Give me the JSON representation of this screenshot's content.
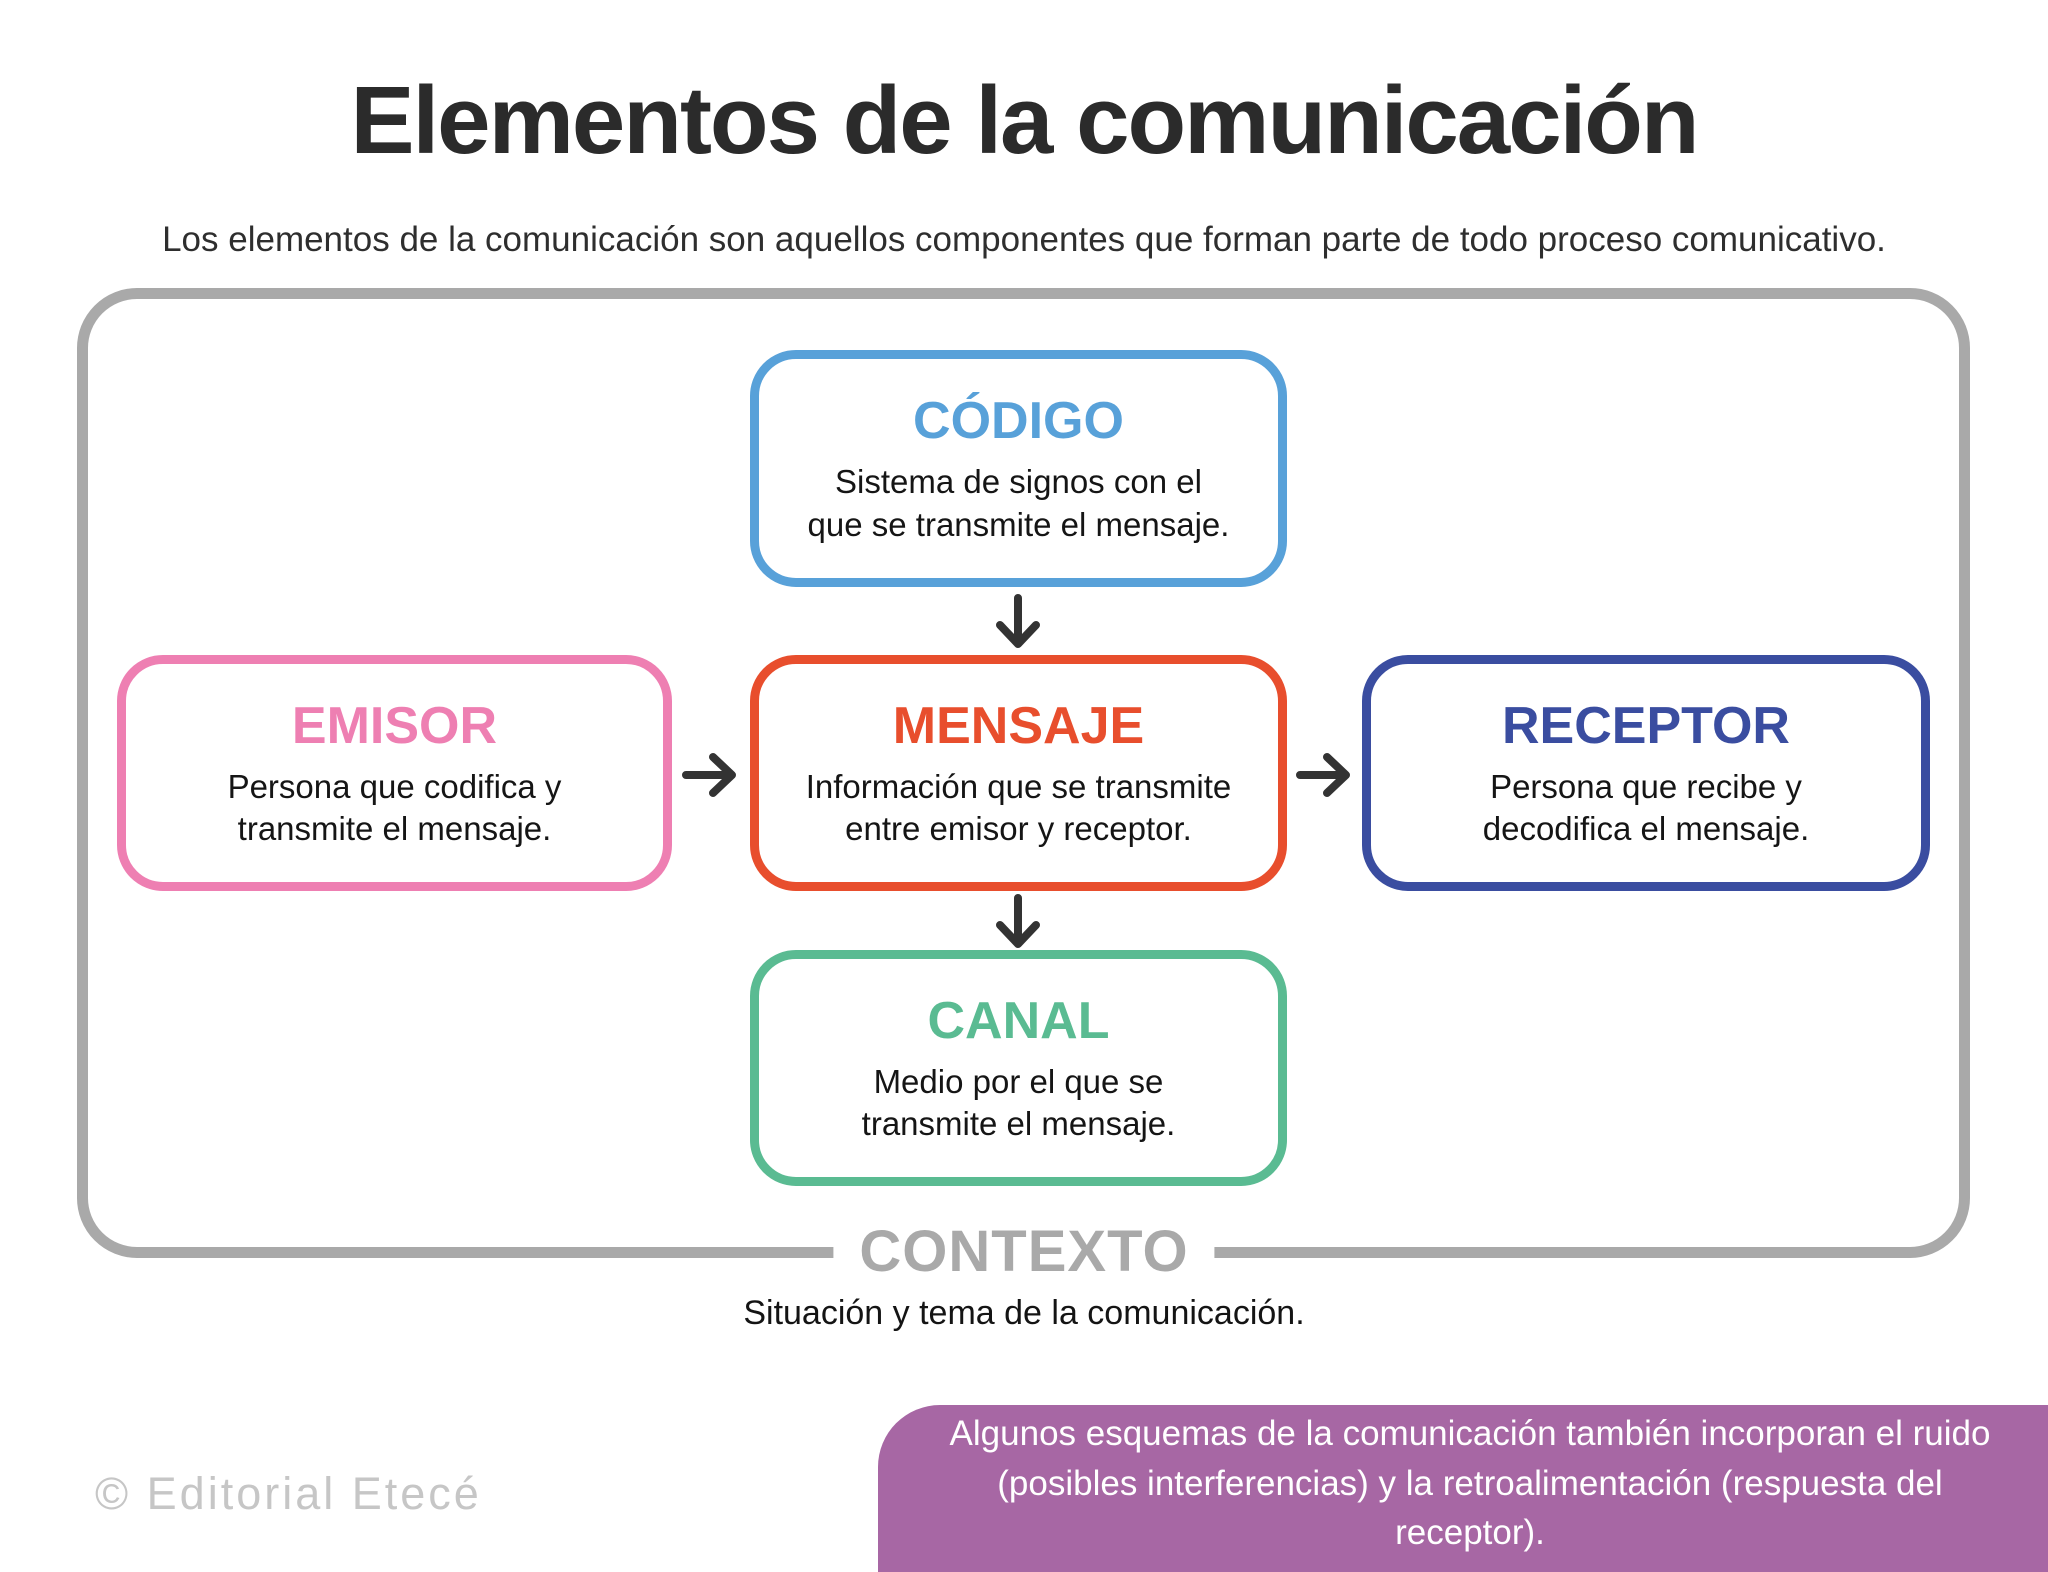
{
  "header": {
    "title": "Elementos de la comunicación",
    "subtitle": "Los elementos de la comunicación son aquellos componentes que forman parte de todo proceso comunicativo."
  },
  "diagram": {
    "container_border_color": "#a9a9a9",
    "arrow_color": "#333333",
    "context": {
      "label": "CONTEXTO",
      "description": "Situación y tema de la comunicación."
    },
    "nodes": {
      "codigo": {
        "label": "CÓDIGO",
        "description": "Sistema de signos con el\nque se transmite el mensaje.",
        "color": "#58a1d9"
      },
      "emisor": {
        "label": "EMISOR",
        "description": "Persona que codifica y\ntransmite el mensaje.",
        "color": "#ee7fb2"
      },
      "mensaje": {
        "label": "MENSAJE",
        "description": "Información que se transmite\nentre emisor y receptor.",
        "color": "#e84e2d"
      },
      "receptor": {
        "label": "RECEPTOR",
        "description": "Persona que recibe y\ndecodifica el mensaje.",
        "color": "#3a4da0"
      },
      "canal": {
        "label": "CANAL",
        "description": "Medio por el que se\ntransmite el mensaje.",
        "color": "#5abb92"
      }
    },
    "edges": [
      {
        "from": "codigo",
        "to": "mensaje",
        "direction": "down"
      },
      {
        "from": "emisor",
        "to": "mensaje",
        "direction": "right"
      },
      {
        "from": "mensaje",
        "to": "receptor",
        "direction": "right"
      },
      {
        "from": "mensaje",
        "to": "canal",
        "direction": "down"
      }
    ]
  },
  "footer": {
    "copyright": "© Editorial Etecé",
    "note": "Algunos esquemas de la comunicación también incorporan el ruido\n(posibles interferencias) y la retroalimentación (respuesta del receptor).",
    "note_bg": "#a767a4",
    "note_text_color": "#ffffff"
  }
}
